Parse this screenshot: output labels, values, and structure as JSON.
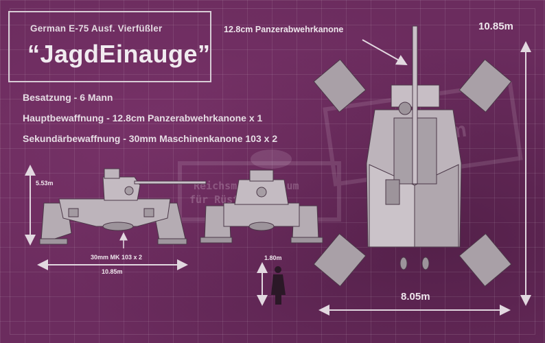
{
  "header": {
    "subtitle": "German E-75 Ausf. Vierfüßler",
    "title": "“JagdEinauge”"
  },
  "specs": [
    "Besatzung - 6 Mann",
    "Hauptbewaffnung - 12.8cm Panzerabwehrkanone x 1",
    "Sekundärbewaffnung - 30mm Maschinenkanone 103 x 2"
  ],
  "watermark": {
    "line1": "Reichsministerium",
    "line2": "für Rüstung und",
    "stamp": "Geheim"
  },
  "side_view": {
    "height_label": "5.53m",
    "weapon_label": "30mm MK 103 x 2",
    "length_label": "10.85m"
  },
  "figure": {
    "height_label": "1.80m"
  },
  "top_view": {
    "gun_label": "12.8cm Panzerabwehrkanone",
    "length_label": "10.85m",
    "width_label": "8.05m"
  },
  "colors": {
    "background": "#6b2c5e",
    "vehicle": "#b7aeb5",
    "line": "#e2d8e0"
  }
}
